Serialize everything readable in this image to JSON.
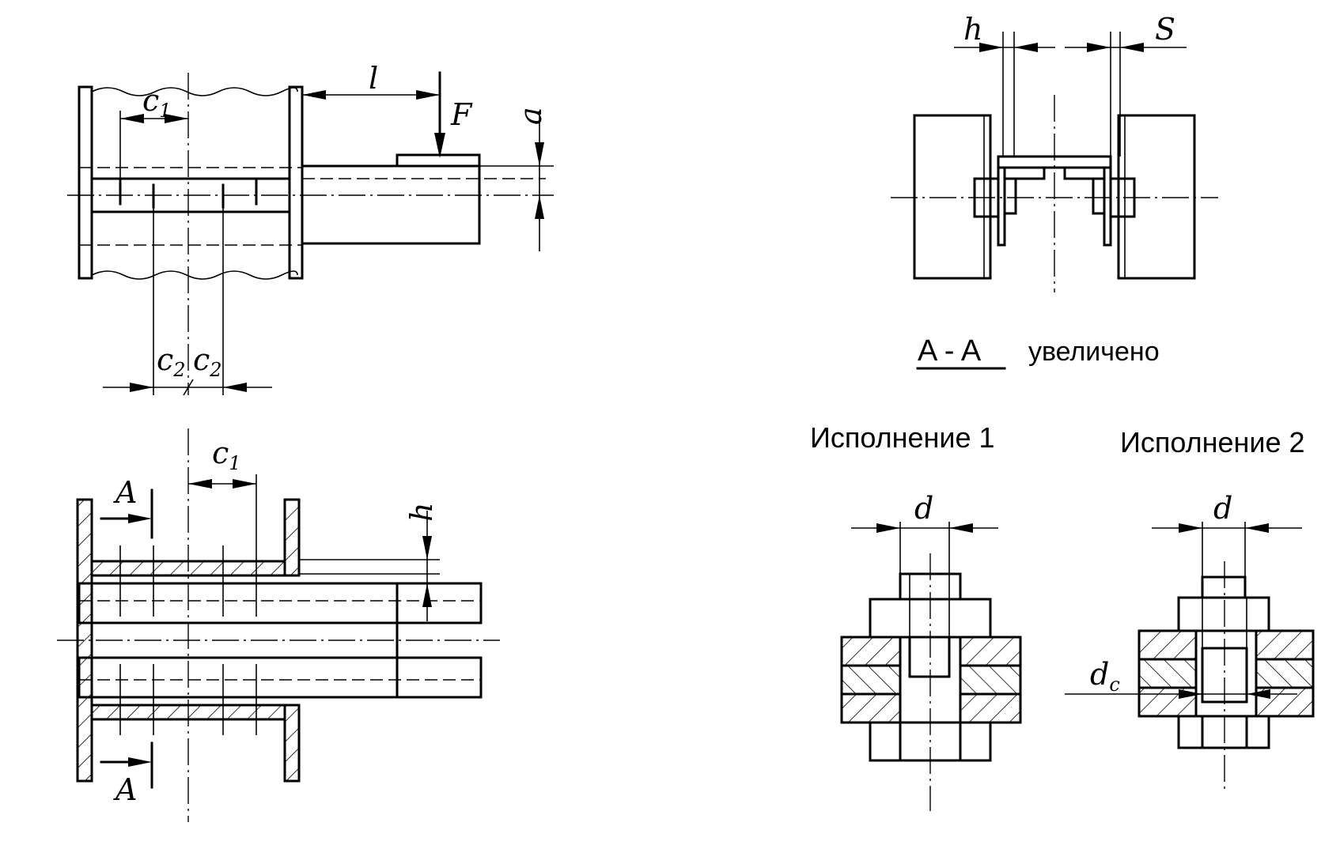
{
  "labels": {
    "l": "l",
    "F": "F",
    "a": "a",
    "c": "c",
    "sub1": "1",
    "sub2": "2",
    "h": "h",
    "S": "S",
    "A": "A",
    "d": "d",
    "dc_base": "d",
    "dc_sub": "c"
  },
  "section": {
    "title": "A - A",
    "note": "увеличено"
  },
  "variants": {
    "v1": "Исполнение 1",
    "v2": "Исполнение 2"
  },
  "colors": {
    "ink": "#000000",
    "paper": "#ffffff"
  }
}
